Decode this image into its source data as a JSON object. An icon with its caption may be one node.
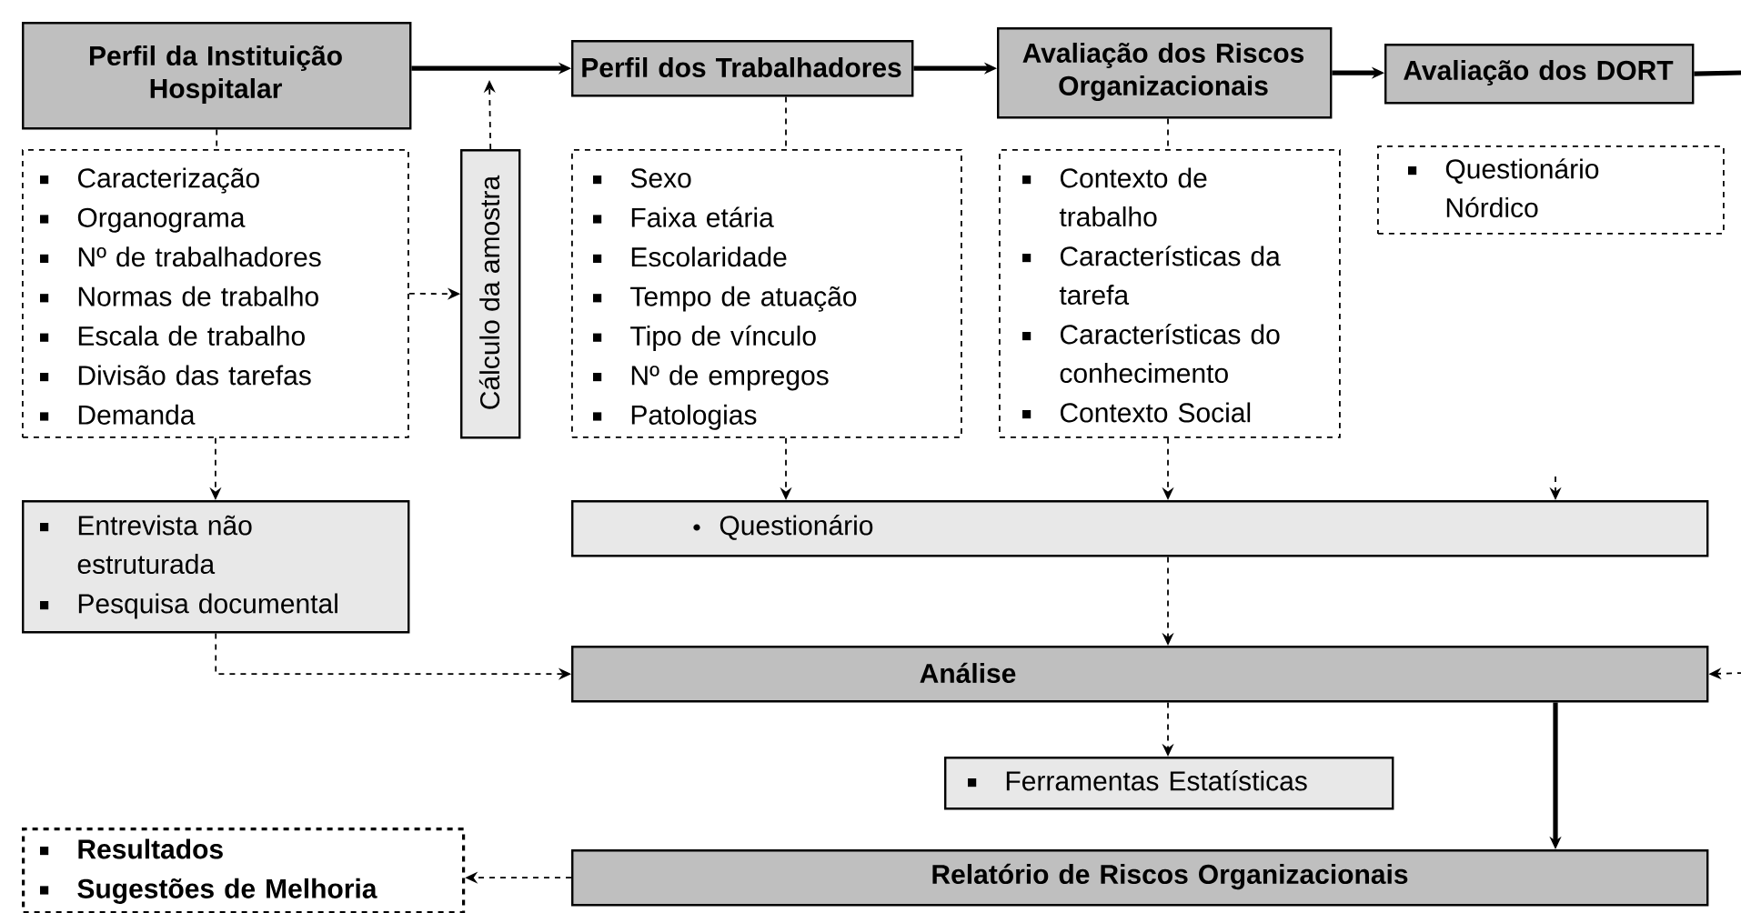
{
  "diagram": {
    "nodes": [
      {
        "text": [
          "Perfil da Instituição Hospitalar"
        ]
      },
      {
        "text": [
          "Perfil dos Trabalhadores"
        ]
      },
      {
        "text": [
          "Avaliação dos Riscos Organizacionais"
        ]
      },
      {
        "text": [
          "Avaliação dos DORT"
        ]
      },
      {
        "text": [
          "Caracterização",
          "Organograma",
          "Nº de trabalhadores",
          "Normas de trabalho",
          "Escala de trabalho",
          "Divisão das tarefas",
          "Demanda"
        ]
      },
      {
        "text": [
          "Cálculo da amostra"
        ]
      },
      {
        "text": [
          "Sexo",
          "Faixa etária",
          "Escolaridade",
          "Tempo de atuação",
          "Tipo de vínculo",
          "Nº de empregos",
          "Patologias"
        ]
      },
      {
        "text": [
          "Contexto de trabalho",
          "Características da tarefa",
          "Características do conhecimento",
          "Contexto Social"
        ]
      },
      {
        "text": [
          "Questionário Nórdico"
        ]
      },
      {
        "text": [
          "Entrevista não estruturada",
          "Pesquisa documental"
        ]
      },
      {
        "text": [
          "Questionário"
        ]
      },
      {
        "text": [
          "Análise"
        ]
      },
      {
        "text": [
          "Ferramentas Estatísticas"
        ]
      },
      {
        "text": [
          "Relatório de Riscos Organizacionais"
        ]
      },
      {
        "text": [
          "Resultados",
          "Sugestões de Melhoria"
        ]
      }
    ],
    "edges": [
      {
        "from": 0,
        "to": 1,
        "arrow": "to",
        "style": "thick"
      },
      {
        "from": 5,
        "to": null,
        "arrow": "to",
        "style": "dashed"
      },
      {
        "from": 1,
        "to": 2,
        "arrow": "to",
        "style": "thick"
      },
      {
        "from": 2,
        "to": 3,
        "arrow": "to",
        "style": "thick"
      },
      {
        "from": 3,
        "to": null,
        "arrow": "none",
        "style": "thick"
      },
      {
        "from": null,
        "to": 11,
        "arrow": "to",
        "style": "dashed"
      },
      {
        "from": 0,
        "to": 4,
        "arrow": "none",
        "style": "dashed"
      },
      {
        "from": 4,
        "to": 9,
        "arrow": "to",
        "style": "dashed"
      },
      {
        "from": 4,
        "to": 5,
        "arrow": "to",
        "style": "dashed"
      },
      {
        "from": 1,
        "to": 6,
        "arrow": "none",
        "style": "dashed"
      },
      {
        "from": 2,
        "to": 7,
        "arrow": "none",
        "style": "dashed"
      },
      {
        "from": 6,
        "to": 10,
        "arrow": "to",
        "style": "dashed"
      },
      {
        "from": 7,
        "to": 10,
        "arrow": "to",
        "style": "dashed"
      },
      {
        "from": null,
        "to": 10,
        "arrow": "to",
        "style": "dashed"
      },
      {
        "from": 10,
        "to": 11,
        "arrow": "to",
        "style": "dashed"
      },
      {
        "from": 9,
        "to": 11,
        "arrow": "to",
        "style": "dashed"
      },
      {
        "from": 11,
        "to": 12,
        "arrow": "to",
        "style": "dashed"
      },
      {
        "from": 11,
        "to": 13,
        "arrow": "to",
        "style": "thick"
      },
      {
        "from": 13,
        "to": 14,
        "arrow": "to",
        "style": "dashed"
      }
    ]
  }
}
